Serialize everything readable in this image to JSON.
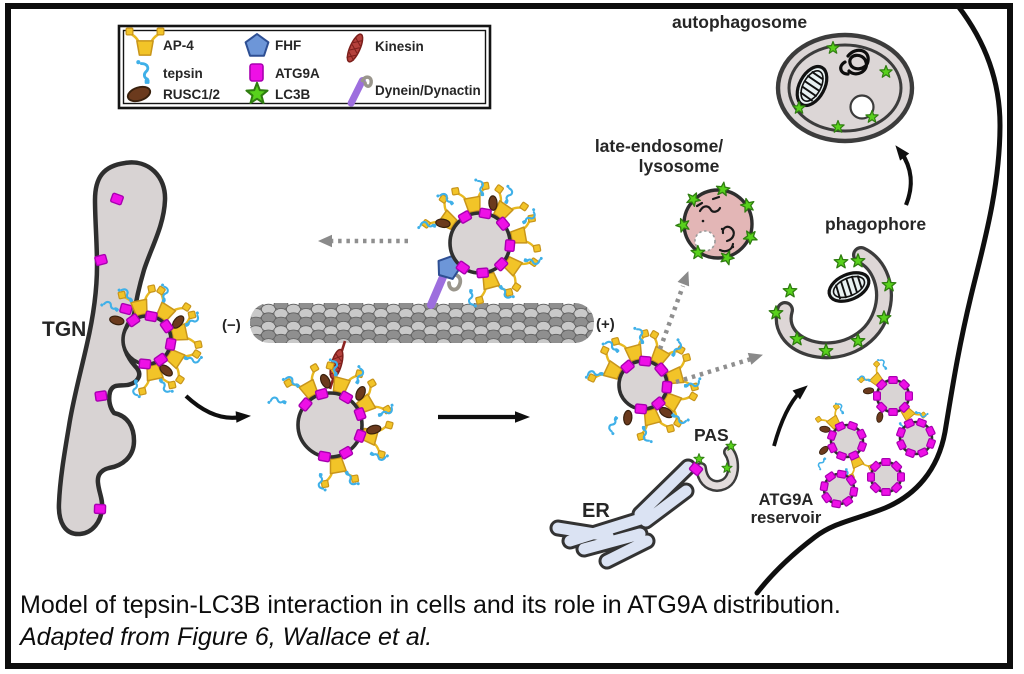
{
  "figure": {
    "legend": {
      "items": [
        {
          "label": "AP-4",
          "icon": "ap4-icon",
          "color": "#f2c428"
        },
        {
          "label": "tepsin",
          "icon": "tepsin-icon",
          "color": "#3fb0e8"
        },
        {
          "label": "RUSC1/2",
          "icon": "rusc-icon",
          "color": "#6b3a1d"
        },
        {
          "label": "FHF",
          "icon": "fhf-icon",
          "color": "#6d96d8"
        },
        {
          "label": "ATG9A",
          "icon": "atg9a-icon",
          "color": "#ee10e6"
        },
        {
          "label": "LC3B",
          "icon": "lc3b-icon",
          "color": "#58d11c"
        },
        {
          "label": "Kinesin",
          "icon": "kinesin-icon",
          "color": "#b5413c"
        },
        {
          "label": "Dynein/Dynactin",
          "icon": "dynein-icon",
          "color": "#9d6ede"
        }
      ]
    },
    "labels": {
      "tgn": "TGN",
      "mt_minus": "(−)",
      "mt_plus": "(+)",
      "late_endosome_line1": "late-endosome/",
      "late_endosome_line2": "lysosome",
      "autophagosome": "autophagosome",
      "phagophore": "phagophore",
      "er": "ER",
      "pas": "PAS",
      "reservoir_line1": "ATG9A",
      "reservoir_line2": "reservoir"
    },
    "caption": {
      "line1": "Model of tepsin-LC3B interaction in cells and its role in ATG9A distribution.",
      "line2": "Adapted from Figure 6, Wallace et al."
    }
  }
}
